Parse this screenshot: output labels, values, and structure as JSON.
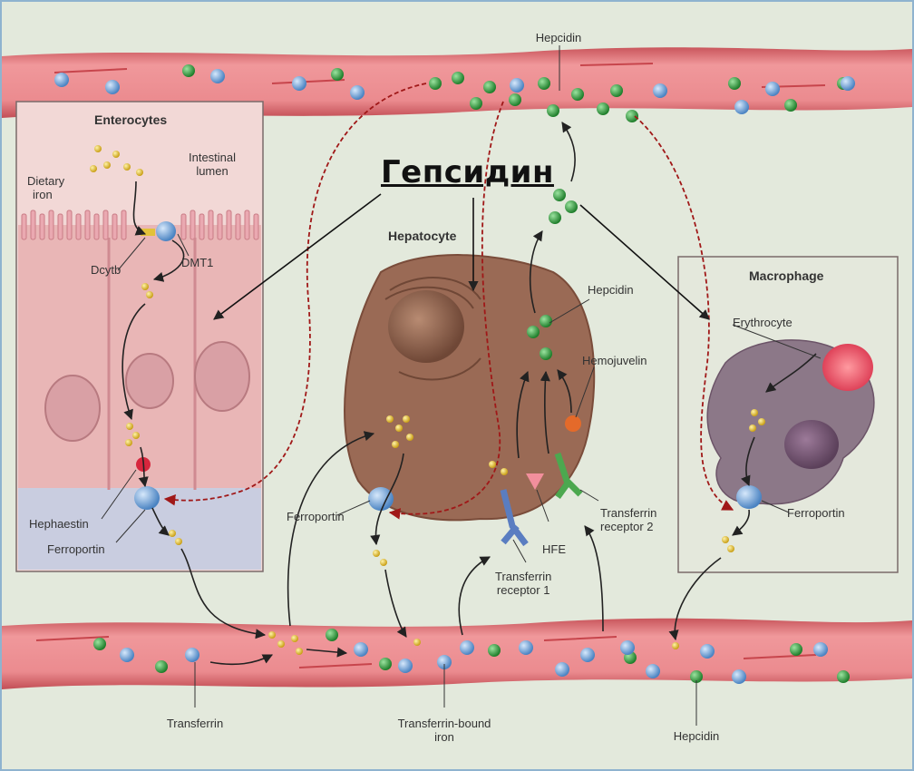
{
  "heading": "Гепсидин",
  "panels": {
    "enterocytes": "Enterocytes",
    "hepatocyte": "Hepatocyte",
    "macrophage": "Macrophage"
  },
  "labels": {
    "hepcidin_top": "Hepcidin",
    "dietary_iron": [
      "Dietary",
      "iron"
    ],
    "intestinal_lumen": [
      "Intestinal",
      "lumen"
    ],
    "dcytb": "Dcytb",
    "dmt1": "DMT1",
    "hephaestin": "Hephaestin",
    "ferroportin_enterocyte": "Ferroportin",
    "ferroportin_hepatocyte": "Ferroportin",
    "ferroportin_macrophage": "Ferroportin",
    "hepcidin_hepatocyte": "Hepcidin",
    "hemojuvelin": "Hemojuvelin",
    "erythrocyte": "Erythrocyte",
    "transferrin_receptor_2": [
      "Transferrin",
      "receptor 2"
    ],
    "hfe": "HFE",
    "transferrin_receptor_1": [
      "Transferrin",
      "receptor 1"
    ],
    "transferrin": "Transferrin",
    "transferrin_bound_iron": [
      "Transferrin-bound",
      "iron"
    ],
    "hepcidin_bottom": "Hepcidin"
  },
  "colors": {
    "vessel": "#e07a7e",
    "vessel_dark": "#c5545a",
    "hepatocyte": "#9a6a55",
    "macrophage": "#8c7888",
    "enterocyte": "#e7b8b8",
    "hepcidin": "#2e9b3a",
    "iron": "#e2c23a",
    "transferrin": "#6fa3d8"
  }
}
